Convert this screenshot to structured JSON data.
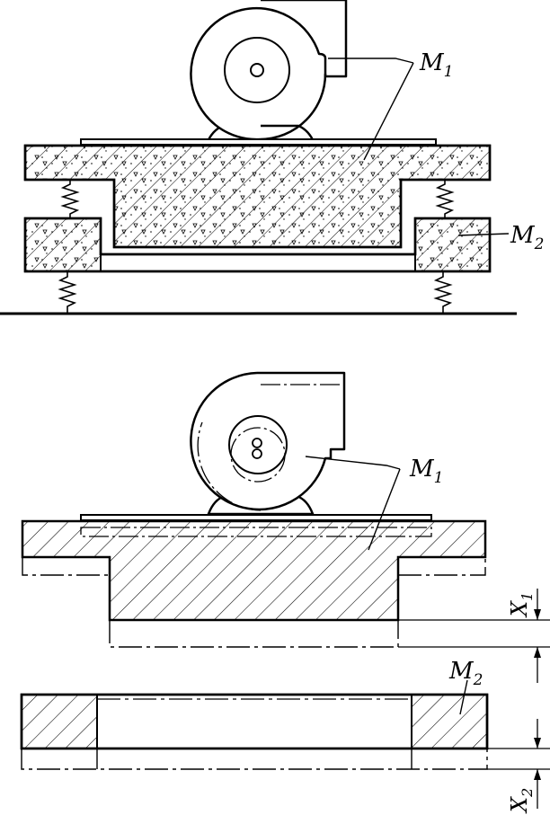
{
  "top": {
    "mass1": {
      "label": "M",
      "sub": "1"
    },
    "mass2": {
      "label": "M",
      "sub": "2"
    }
  },
  "bottom": {
    "mass1": {
      "label": "M",
      "sub": "1"
    },
    "mass2": {
      "label": "M",
      "sub": "2"
    },
    "disp1": {
      "label": "X",
      "sub": "1"
    },
    "disp2": {
      "label": "X",
      "sub": "2"
    }
  }
}
